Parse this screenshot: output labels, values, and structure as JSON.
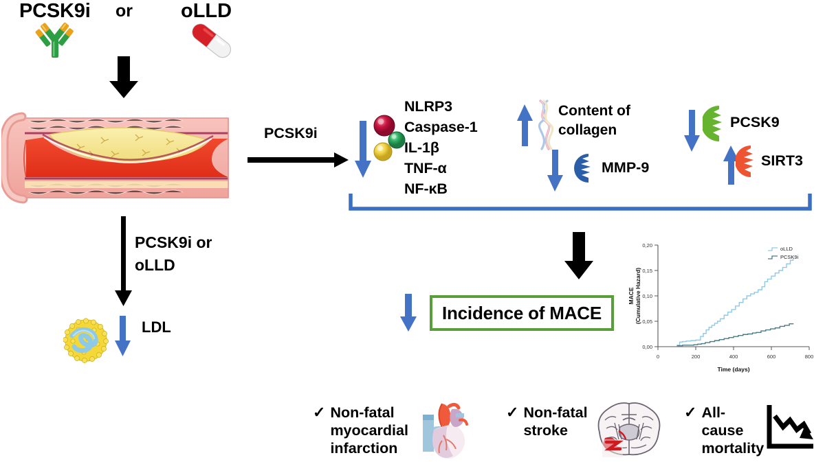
{
  "top": {
    "drug_a": "PCSK9i",
    "conjunction": "or",
    "drug_b": "oLLD",
    "icon_a": "antibody-icon",
    "icon_b": "capsule-icon"
  },
  "artery": {
    "name": "atherosclerotic-artery-illustration",
    "plaque_color": "#f5e79e",
    "lumen_color": "#ee3f28",
    "wall_color": "#f3a9a4"
  },
  "pathway": {
    "arrow_label": "PCSK9i",
    "inflammation": {
      "direction": "down",
      "markers": [
        "NLRP3",
        "Caspase-1",
        "IL-1β",
        "TNF-α",
        "NF-κB"
      ],
      "sphere_colors": [
        "#c8133f",
        "#2fae62",
        "#f2d449"
      ]
    },
    "plaque_stability": [
      {
        "label": "Content of collagen",
        "direction": "up",
        "icon": "collagen-helix-icon"
      },
      {
        "label": "MMP-9",
        "direction": "down",
        "icon": "mmp9-protein-icon",
        "color": "#2a5fa8"
      }
    ],
    "proteins": [
      {
        "label": "PCSK9",
        "direction": "down",
        "icon": "pcsk9-protein-icon",
        "color": "#65b32e"
      },
      {
        "label": "SIRT3",
        "direction": "up",
        "icon": "sirt3-protein-icon",
        "color": "#ef5432"
      }
    ]
  },
  "ldl_branch": {
    "arrow_label": "PCSK9i or oLLD",
    "outcome_label": "LDL",
    "direction": "down",
    "icon": "ldl-particle-icon"
  },
  "mace": {
    "direction": "down",
    "label": "Incidence of MACE",
    "border_color": "#5a9e3a"
  },
  "outcomes": [
    {
      "check": "✓",
      "label": "Non-fatal myocardial infarction",
      "icon": "heart-icon"
    },
    {
      "check": "✓",
      "label": "Non-fatal stroke",
      "icon": "brain-icon"
    },
    {
      "check": "✓",
      "label": "All-cause mortality",
      "icon": "declining-chart-icon"
    }
  ],
  "colors": {
    "blue_arrow": "#4472C4",
    "bracket": "#3B6FC4",
    "black_arrow": "#000000",
    "mace_green": "#5a9e3a",
    "km_olld": "#8ecae6",
    "km_pcsk9i": "#4a7c85"
  },
  "chart_data": {
    "type": "line",
    "title": "",
    "xlabel": "Time (days)",
    "ylabel": "MACE (Cumulative Hazard)",
    "xlim": [
      0,
      800
    ],
    "ylim": [
      0.0,
      0.2
    ],
    "xticks": [
      0,
      200,
      400,
      600,
      800
    ],
    "xtick_labels": [
      "0",
      "200",
      "400",
      "600",
      "800"
    ],
    "yticks": [
      0.0,
      0.05,
      0.1,
      0.15,
      0.2
    ],
    "ytick_labels": [
      "0,00",
      "0,05",
      "0,10",
      "0,15",
      "0,20"
    ],
    "grid": false,
    "legend_position": "top-right",
    "series": [
      {
        "name": "oLLD",
        "color": "#8ecae6",
        "x": [
          100,
          115,
          130,
          150,
          175,
          200,
          215,
          225,
          240,
          255,
          270,
          285,
          300,
          315,
          330,
          350,
          370,
          390,
          410,
          430,
          450,
          470,
          490,
          510,
          530,
          550,
          565,
          580,
          600,
          620,
          640,
          660,
          680,
          700,
          715
        ],
        "y": [
          0.003,
          0.009,
          0.01,
          0.011,
          0.012,
          0.013,
          0.013,
          0.02,
          0.026,
          0.033,
          0.038,
          0.042,
          0.046,
          0.05,
          0.055,
          0.062,
          0.068,
          0.073,
          0.08,
          0.087,
          0.094,
          0.1,
          0.104,
          0.107,
          0.112,
          0.118,
          0.128,
          0.133,
          0.139,
          0.145,
          0.15,
          0.156,
          0.163,
          0.17,
          0.173
        ]
      },
      {
        "name": "PCSK9i",
        "color": "#4a7c85",
        "x": [
          100,
          130,
          160,
          190,
          210,
          230,
          250,
          275,
          300,
          325,
          350,
          375,
          400,
          425,
          450,
          475,
          500,
          520,
          545,
          570,
          595,
          620,
          645,
          670,
          695,
          715
        ],
        "y": [
          0.002,
          0.003,
          0.003,
          0.004,
          0.005,
          0.006,
          0.008,
          0.01,
          0.012,
          0.014,
          0.016,
          0.018,
          0.02,
          0.022,
          0.024,
          0.025,
          0.027,
          0.028,
          0.031,
          0.033,
          0.035,
          0.037,
          0.04,
          0.042,
          0.045,
          0.046
        ]
      }
    ]
  }
}
